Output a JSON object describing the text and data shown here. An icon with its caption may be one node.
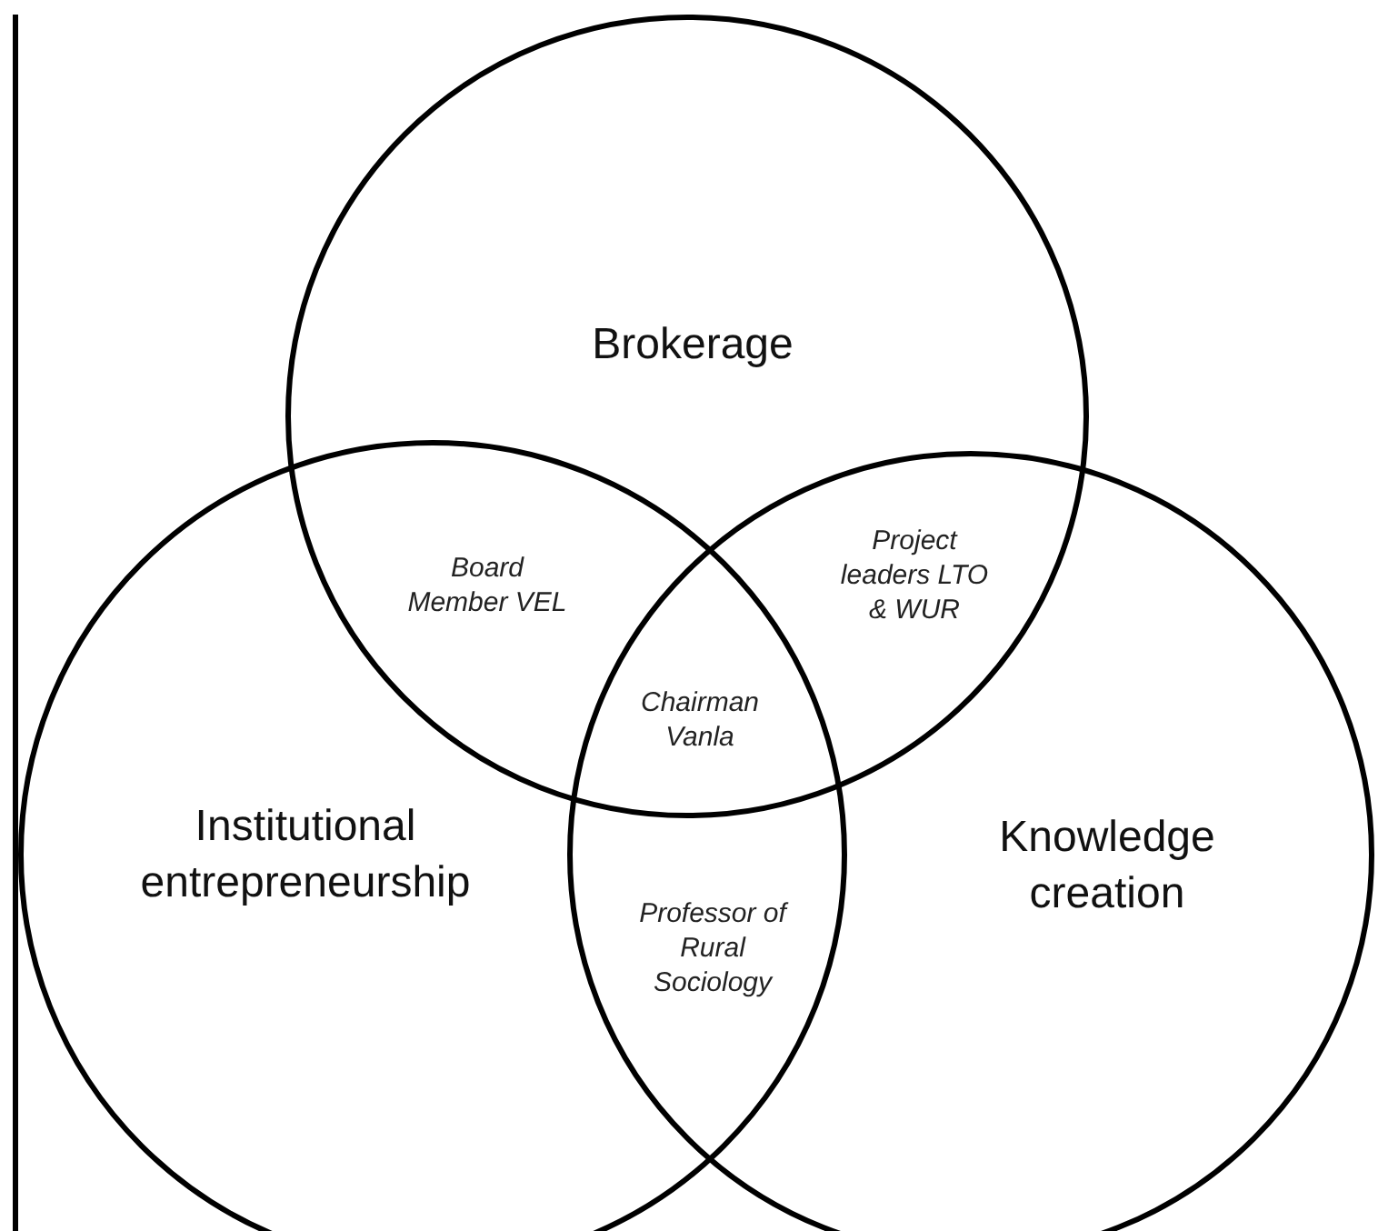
{
  "diagram": {
    "nodes": [
      {
        "text": [
          "Brokerage"
        ]
      },
      {
        "text": [
          "Institutional entrepreneurship"
        ]
      },
      {
        "text": [
          "Knowledge creation"
        ]
      }
    ],
    "labels": [
      "Board Member VEL",
      "Project leaders LTO & WUR",
      "Chairman Vanla",
      "Professor of Rural Sociology"
    ]
  }
}
